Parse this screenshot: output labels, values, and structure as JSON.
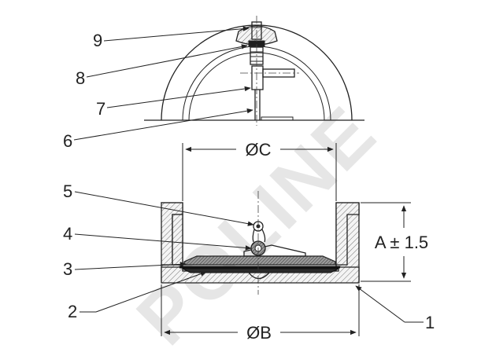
{
  "watermark": "POLINE",
  "callouts": {
    "c1": "1",
    "c2": "2",
    "c3": "3",
    "c4": "4",
    "c5": "5",
    "c6": "6",
    "c7": "7",
    "c8": "8",
    "c9": "9"
  },
  "dimensions": {
    "diameter_c": "ØC",
    "diameter_b": "ØB",
    "height_a": "A ± 1.5"
  }
}
